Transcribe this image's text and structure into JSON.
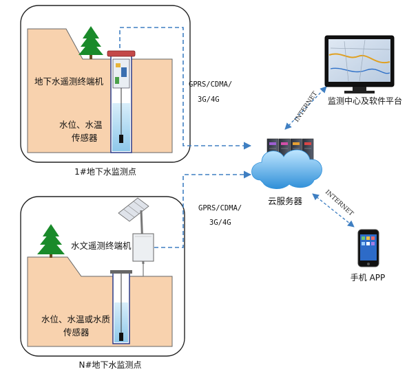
{
  "station1": {
    "caption": "1#地下水监测点",
    "terminal_label": "地下水遥测终端机",
    "sensor_line1": "水位、水温",
    "sensor_line2": "传感器"
  },
  "stationN": {
    "caption": "N#地下水监测点",
    "terminal_label": "水文遥测终端机",
    "sensor_line1": "水位、水温或水质",
    "sensor_line2": "传感器"
  },
  "links": {
    "top_line1": "GPRS/CDMA/",
    "top_line2": "3G/4G",
    "bottom_line1": "GPRS/CDMA/",
    "bottom_line2": "3G/4G",
    "internet_top": "INTERNET",
    "internet_bottom": "INTERNET"
  },
  "cloud": {
    "label": "云服务器"
  },
  "monitor_center": {
    "label": "监测中心及软件平台"
  },
  "phone": {
    "label": "手机 APP"
  },
  "colors": {
    "ground": "#f8d2ae",
    "tree": "#1a8a2a",
    "dash": "#3f7fc2",
    "cloud": "#5ab0ea"
  }
}
